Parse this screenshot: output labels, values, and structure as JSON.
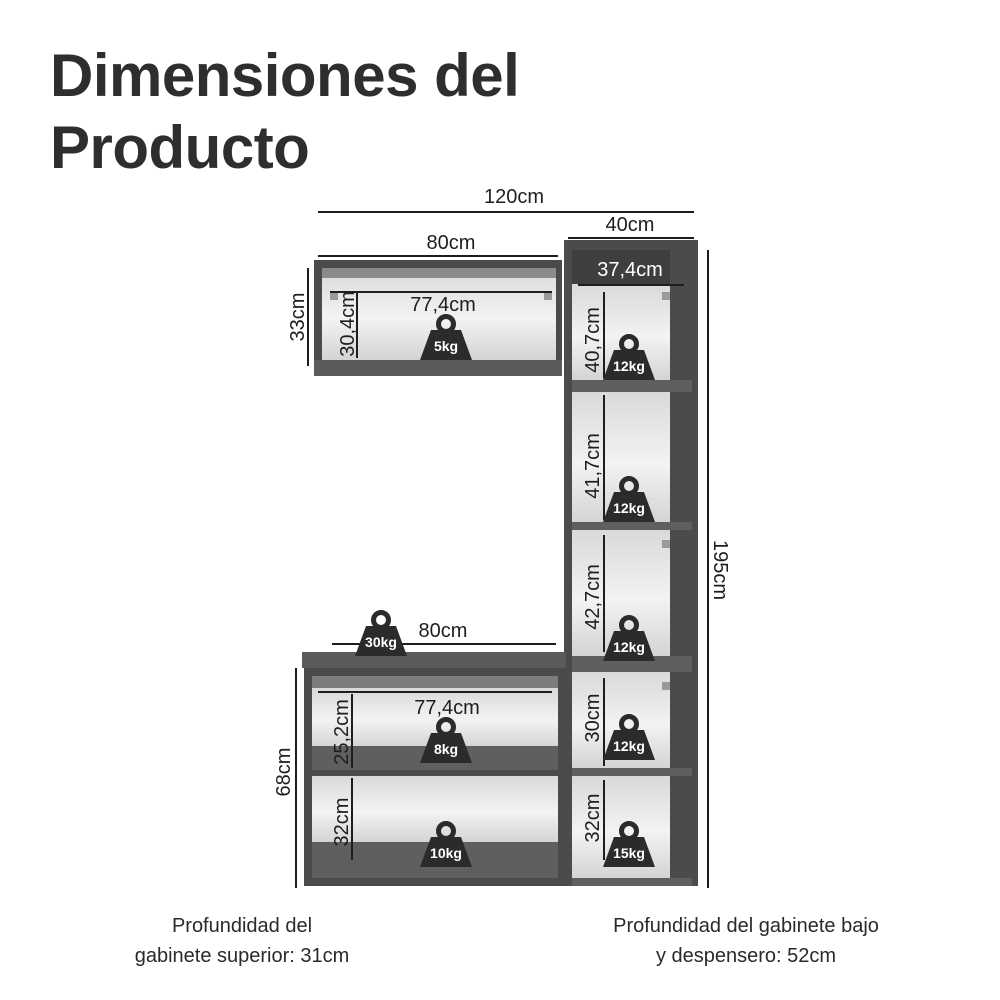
{
  "title": {
    "line1": "Dimensiones del",
    "line2": "Producto"
  },
  "dimensions": {
    "total_width": "120cm",
    "tower_width": "40cm",
    "tower_inner_width": "37,4cm",
    "upper_width": "80cm",
    "upper_height": "33cm",
    "upper_inner_height": "30,4cm",
    "upper_inner_width": "77,4cm",
    "counter_width": "80cm",
    "lower_inner_width": "77,4cm",
    "lower_height": "68cm",
    "lower_shelf1_height": "25,2cm",
    "lower_shelf2_height": "32cm",
    "total_height": "195cm",
    "tower_shelf1_height": "40,7cm",
    "tower_shelf2_height": "41,7cm",
    "tower_shelf3_height": "42,7cm",
    "tower_shelf4_height": "30cm",
    "tower_shelf5_height": "32cm"
  },
  "weights": {
    "upper": "5kg",
    "counter": "30kg",
    "lower1": "8kg",
    "lower2": "10kg",
    "tower1": "12kg",
    "tower2": "12kg",
    "tower3": "12kg",
    "tower4": "12kg",
    "tower5": "15kg"
  },
  "notes": {
    "upper_line1": "Profundidad del",
    "upper_line2": "gabinete superior: 31cm",
    "lower_line1": "Profundidad del gabinete bajo",
    "lower_line2": "y despensero: 52cm"
  },
  "colors": {
    "cabinet": "#4a4c4c",
    "interior": "#f2f2f2",
    "text": "#2e2e2e",
    "weight_badge": "#2b2b2b"
  }
}
